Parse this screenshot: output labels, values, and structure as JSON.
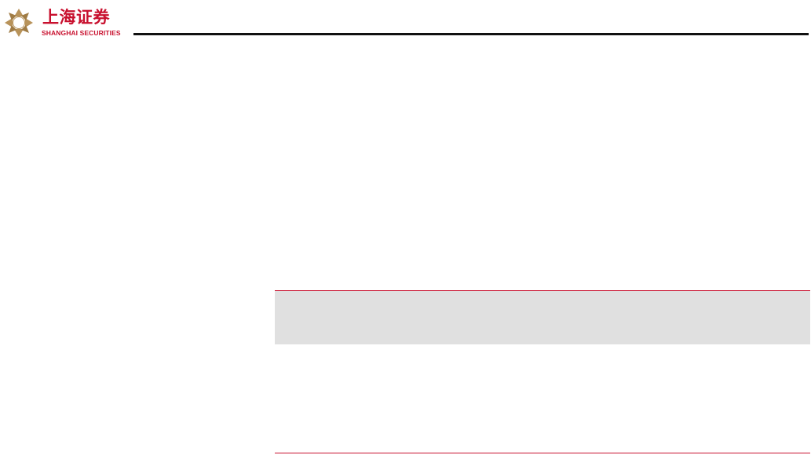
{
  "header": {
    "logo": {
      "name_cn": "上海证券",
      "name_en": "SHANGHAI SECURITIES",
      "icon": "shanghai-securities-logo-mark"
    }
  },
  "colors": {
    "brand_red": "#c8102e",
    "logo_gold": "#b8935a",
    "rule_black": "#111111",
    "table_header_bg": "#e0e0e0"
  }
}
